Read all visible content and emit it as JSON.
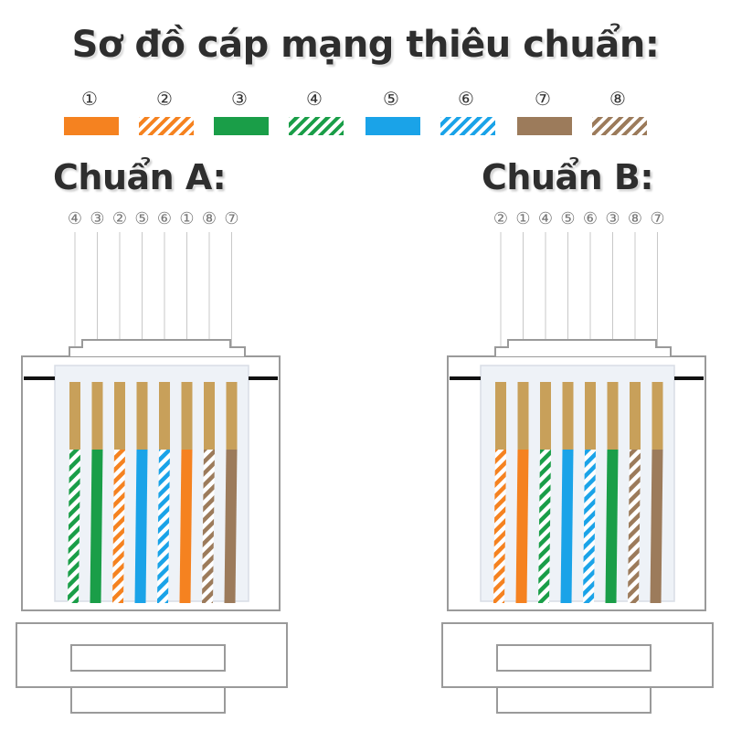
{
  "title": "Sơ đồ cáp mạng thiêu chuẩn:",
  "legend": [
    {
      "num": "①",
      "color": "#f58220",
      "striped": false
    },
    {
      "num": "②",
      "color": "#f58220",
      "striped": true
    },
    {
      "num": "③",
      "color": "#1a9e48",
      "striped": false
    },
    {
      "num": "④",
      "color": "#1a9e48",
      "striped": true
    },
    {
      "num": "⑤",
      "color": "#1aa3e8",
      "striped": false
    },
    {
      "num": "⑥",
      "color": "#1aa3e8",
      "striped": true
    },
    {
      "num": "⑦",
      "color": "#9c7b5b",
      "striped": false
    },
    {
      "num": "⑧",
      "color": "#9c7b5b",
      "striped": true
    }
  ],
  "standard_a": {
    "label": "Chuẩn A:",
    "order": [
      "④",
      "③",
      "②",
      "⑤",
      "⑥",
      "①",
      "⑧",
      "⑦"
    ],
    "wires": [
      4,
      3,
      2,
      5,
      6,
      1,
      8,
      7
    ]
  },
  "standard_b": {
    "label": "Chuẩn B:",
    "order": [
      "②",
      "①",
      "④",
      "⑤",
      "⑥",
      "③",
      "⑧",
      "⑦"
    ],
    "wires": [
      2,
      1,
      4,
      5,
      6,
      3,
      8,
      7
    ]
  },
  "colors": {
    "contact": "#c8a05a",
    "connector_outline": "#9a9a9a",
    "guide_line": "#c8c8c8"
  }
}
